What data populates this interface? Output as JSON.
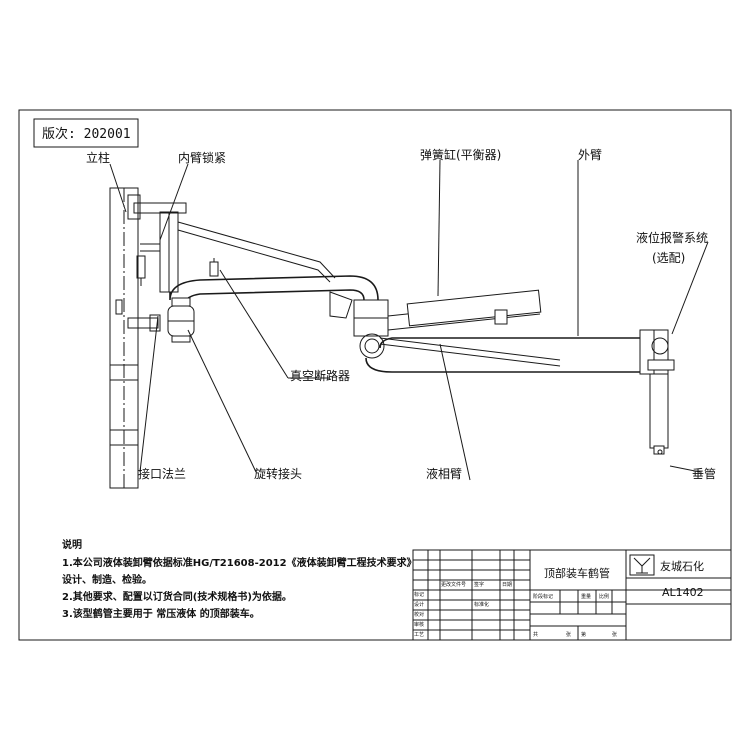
{
  "version_box": {
    "label": "版次: 202001"
  },
  "callouts": {
    "column": "立柱",
    "inner_arm_lock": "内臂锁紧",
    "spring_cylinder": "弹簧缸(平衡器)",
    "outer_arm": "外臂",
    "level_alarm": "液位报警系统",
    "level_alarm_optional": "(选配)",
    "vacuum_breaker": "真空断路器",
    "inlet_flange": "接口法兰",
    "swivel_joint": "旋转接头",
    "liquid_arm": "液相臂",
    "vertical_pipe": "垂管"
  },
  "notes": {
    "title": "说明",
    "line1": "1.本公司液体装卸臂依据标准HG/T21608-2012《液体装卸臂工程技术要求》",
    "line2": "设计、制造、检验。",
    "line3": "2.其他要求、配置以订货合同(技术规格书)为依据。",
    "line4": "3.该型鹤管主要用于 常压液体 的顶部装车。"
  },
  "title_block": {
    "drawing_name": "顶部装车鹤管",
    "company": "友城石化",
    "model": "AL1402",
    "small": {
      "c1": "更改文件号",
      "c2": "签字",
      "c3": "日期",
      "c4": "标记",
      "c5": "设计",
      "c6": "标准化",
      "c7": "校对",
      "c8": "审核",
      "c9": "工艺",
      "c10": "阶段标记",
      "c11": "重量",
      "c12": "比例",
      "c13": "共",
      "c14": "张",
      "c15": "第",
      "c16": "张"
    }
  }
}
